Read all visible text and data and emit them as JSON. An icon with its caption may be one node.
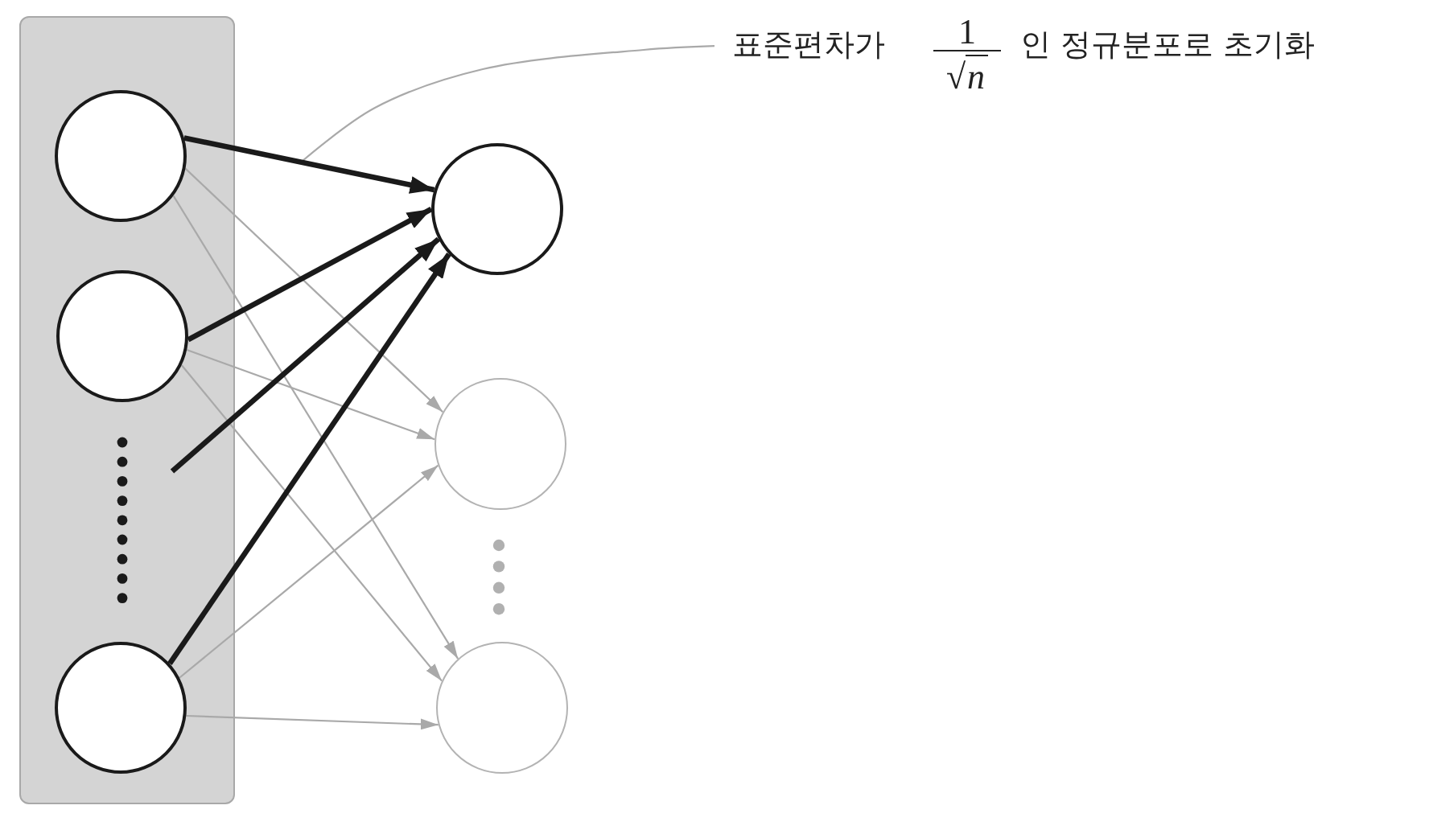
{
  "diagram": {
    "nodes": [
      {
        "text": [],
        "shape": "box"
      },
      {
        "text": [],
        "shape": "circle",
        "in": 0
      },
      {
        "text": [],
        "shape": "circle",
        "in": 0
      },
      {
        "text": [],
        "shape": "circle",
        "in": 0
      },
      {
        "text": [],
        "shape": "circle"
      },
      {
        "text": [],
        "shape": "circle"
      },
      {
        "text": [],
        "shape": "circle"
      },
      {
        "text": [
          "표준편차가",
          "1",
          "√*n*",
          "인 정규분포로 초기화"
        ]
      }
    ],
    "edges": [
      {
        "from": 1,
        "to": 4,
        "arrow": "to",
        "style": "thick",
        "color": "#1a1a1a"
      },
      {
        "from": 1,
        "to": 5,
        "arrow": "to"
      },
      {
        "from": 1,
        "to": 6,
        "arrow": "to"
      },
      {
        "from": 2,
        "to": 4,
        "arrow": "to",
        "style": "thick",
        "color": "#1a1a1a"
      },
      {
        "from": 2,
        "to": 5,
        "arrow": "to"
      },
      {
        "from": 2,
        "to": 6,
        "arrow": "to"
      },
      {
        "from": null,
        "to": 4,
        "arrow": "to",
        "style": "thick",
        "color": "#1a1a1a"
      },
      {
        "from": 3,
        "to": 4,
        "arrow": "to",
        "style": "thick",
        "color": "#1a1a1a"
      },
      {
        "from": 3,
        "to": 5,
        "arrow": "to"
      },
      {
        "from": 3,
        "to": 6,
        "arrow": "to"
      },
      {
        "from": 7,
        "to": null,
        "arrow": "none"
      }
    ]
  }
}
